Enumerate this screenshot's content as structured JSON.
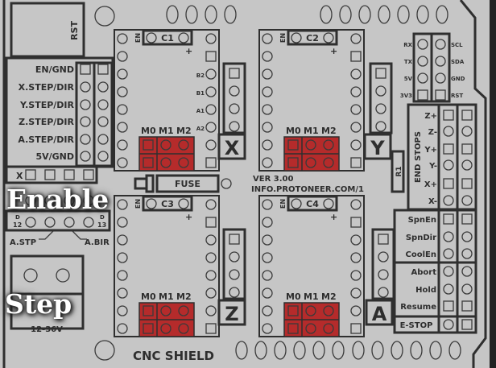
{
  "board": {
    "title": "CNC SHIELD",
    "version": "VER 3.00",
    "url": "INFO.PROTONEER.COM/1",
    "reset_label": "RST",
    "fuse_label": "FUSE",
    "resistor_label": "R1",
    "power_label": "12-36V",
    "jumper_color": "#b52b2b"
  },
  "overlays": {
    "enable": "Enable",
    "step": "Step"
  },
  "left_header": {
    "rows": [
      "EN/GND",
      "X.STEP/DIR",
      "Y.STEP/DIR",
      "Z.STEP/DIR",
      "A.STEP/DIR",
      "5V/GND"
    ],
    "axis_row_label": "X",
    "d12": [
      "D",
      "12"
    ],
    "d13": [
      "D",
      "13"
    ],
    "a_stp": "A.STP",
    "a_dir": "A.BIR"
  },
  "drivers": [
    {
      "cap": "C1",
      "axis": "X",
      "en": "EN",
      "plus": "+",
      "microstep": [
        "M0",
        "M1",
        "M2"
      ],
      "coil_labels": [
        "B2",
        "B1",
        "A1",
        "A2"
      ]
    },
    {
      "cap": "C2",
      "axis": "Y",
      "en": "EN",
      "plus": "+",
      "microstep": [
        "M0",
        "M1",
        "M2"
      ]
    },
    {
      "cap": "C3",
      "axis": "Z",
      "en": "EN",
      "plus": "+",
      "microstep": [
        "M0",
        "M1",
        "M2"
      ]
    },
    {
      "cap": "C4",
      "axis": "A",
      "en": "EN",
      "plus": "+",
      "microstep": [
        "M0",
        "M1",
        "M2"
      ]
    }
  ],
  "i2c_header": {
    "left": [
      "RX",
      "TX",
      "5V",
      "3V3"
    ],
    "right": [
      "SCL",
      "SDA",
      "GND",
      "RST"
    ]
  },
  "end_stops": {
    "title": "END STOPS",
    "rows": [
      "Z+",
      "Z-",
      "Y+",
      "Y-",
      "X+",
      "X-"
    ]
  },
  "spindle": {
    "rows": [
      "SpnEn",
      "SpnDir",
      "CoolEn"
    ]
  },
  "control": {
    "rows": [
      "Abort",
      "Hold",
      "Resume"
    ]
  },
  "estop": "E-STOP"
}
